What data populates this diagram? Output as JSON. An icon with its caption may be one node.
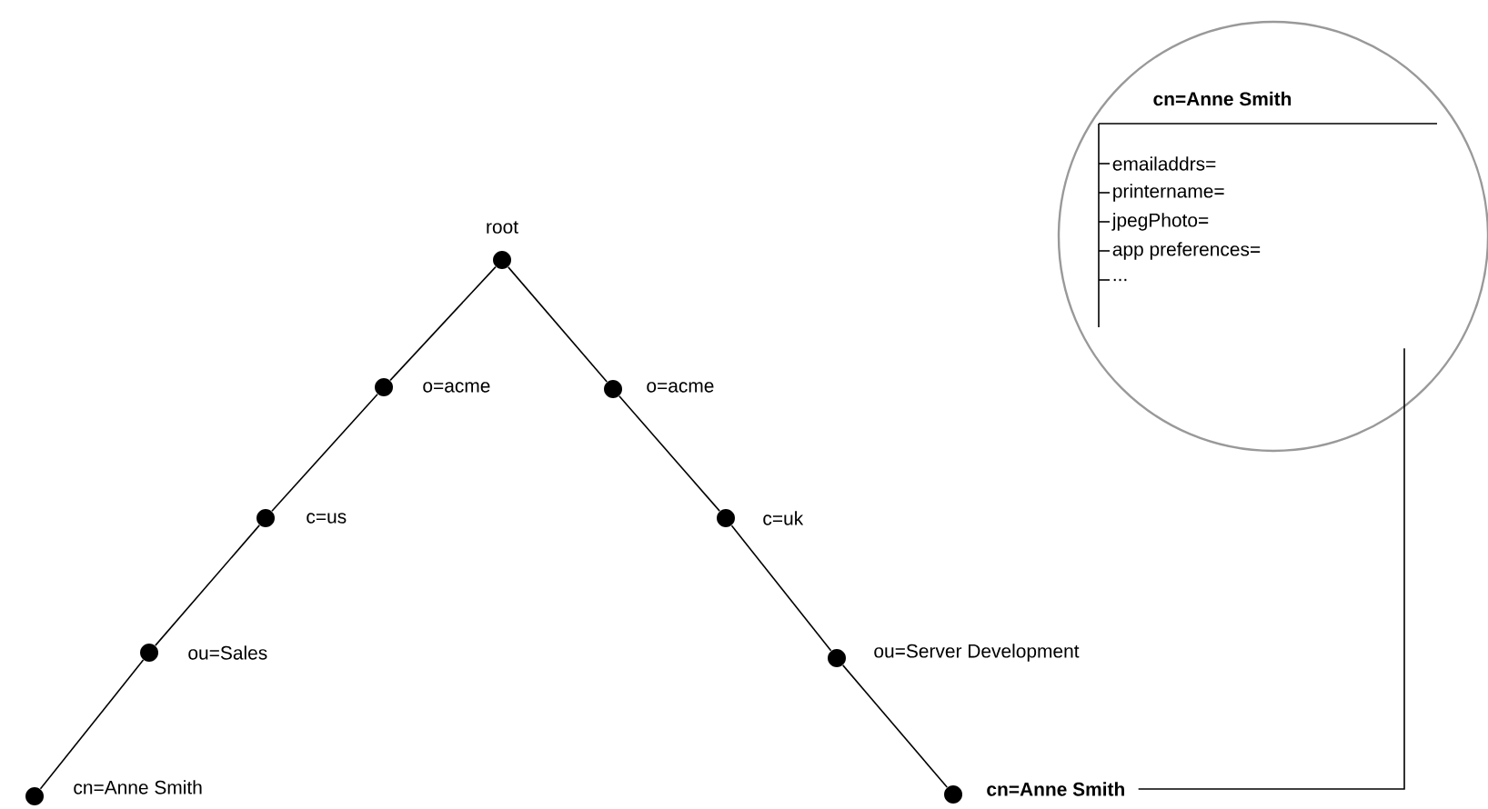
{
  "diagram": {
    "nodes": [
      {
        "text": [],
        "shape": "circle",
        "beside": [
          "root"
        ]
      },
      {
        "text": [],
        "shape": "circle",
        "beside": [
          "o=acme"
        ]
      },
      {
        "text": [],
        "shape": "circle",
        "beside": [
          "c=us"
        ]
      },
      {
        "text": [],
        "shape": "circle",
        "beside": [
          "ou=Sales"
        ]
      },
      {
        "text": [],
        "shape": "circle",
        "beside": [
          "cn=Anne Smith"
        ]
      },
      {
        "text": [],
        "shape": "circle",
        "beside": [
          "o=acme"
        ]
      },
      {
        "text": [],
        "shape": "circle",
        "beside": [
          "c=uk"
        ]
      },
      {
        "text": [],
        "shape": "circle",
        "beside": [
          "ou=Server Development"
        ]
      },
      {
        "text": [],
        "shape": "circle",
        "beside": [
          "cn=Anne Smith"
        ]
      },
      {
        "text": [
          "cn=Anne Smith",
          "emailaddrs=",
          "printername=",
          "jpegPhoto=",
          "app preferences=",
          "..."
        ]
      }
    ],
    "edges": [
      {
        "from": 0,
        "to": 1,
        "arrow": "none"
      },
      {
        "from": 1,
        "to": 2,
        "arrow": "none"
      },
      {
        "from": 2,
        "to": 3,
        "arrow": "none"
      },
      {
        "from": 3,
        "to": 4,
        "arrow": "none"
      },
      {
        "from": 0,
        "to": 5,
        "arrow": "none"
      },
      {
        "from": 5,
        "to": 6,
        "arrow": "none"
      },
      {
        "from": 6,
        "to": 7,
        "arrow": "none"
      },
      {
        "from": 7,
        "to": 8,
        "arrow": "none"
      },
      {
        "from": 8,
        "to": 9,
        "arrow": "none"
      }
    ]
  }
}
